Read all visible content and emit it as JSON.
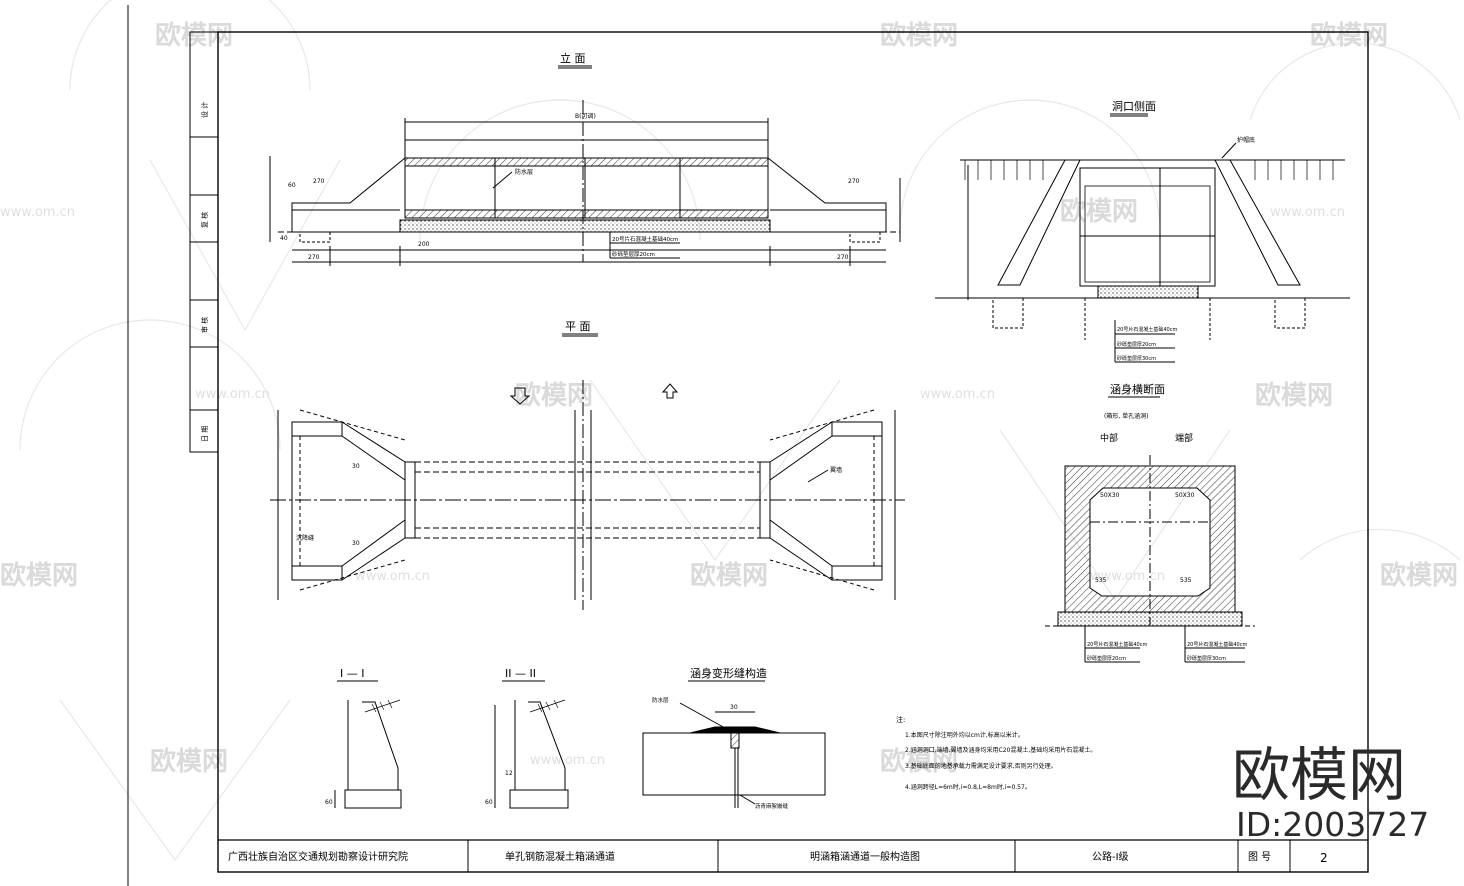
{
  "views": {
    "elevation_title": "立 面",
    "plan_title": "平 面",
    "portal_title": "洞口侧面",
    "section_title": "涵身横断面",
    "section_subtitle": "(箱形, 单孔涵洞)",
    "section_middle": "中部",
    "section_end": "端部",
    "cut1_title": "I — I",
    "cut2_title": "II — II",
    "joint_title": "涵身变形缝构造"
  },
  "annotations": {
    "b_total": "B(可调)",
    "dim_270": "270",
    "dim_200": "200",
    "dim_30": "30",
    "dim_60": "60",
    "dim_40": "40",
    "dim_12": "12",
    "chamfer": "50X30",
    "dim_535": "535",
    "gravel_base": "20号片石混凝土基础40cm",
    "sand_bed": "砂砾垫层厚20cm",
    "sand_bed_alt": "砂砾垫层厚30cm",
    "anti_water": "防水层",
    "settle_joint": "沉降缝",
    "wing_wall": "翼墙",
    "asphalt_joint": "沥青麻絮嵌缝",
    "protect_cap": "护帽底"
  },
  "notes": {
    "heading": "注:",
    "items": [
      "1.本图尺寸除注明外均以cm计,标高以米计。",
      "2.涵洞洞口,端墙,翼墙及涵身均采用C20混凝土,基础均采用片石混凝土。",
      "3.基础底面的地基承载力需满足设计要求,否则另行处理。",
      "4.涵洞跨径L=6m时,i=0.8,L=8m时,i=0.57。"
    ]
  },
  "title_block": {
    "org": "广西壮族自治区交通规划勘察设计研究院",
    "project": "单孔钢筋混凝土箱涵通道",
    "drawing": "明涵箱涵通道一般构造图",
    "grade": "公路-Ⅰ级",
    "label_no": "图 号",
    "sheet_no": "2"
  },
  "side_panel": [
    "设 计",
    "复 核",
    "审 核",
    "日 期"
  ],
  "watermark": {
    "brand": "欧模网",
    "domain": "www.om.cn",
    "id": "ID:2003727"
  }
}
